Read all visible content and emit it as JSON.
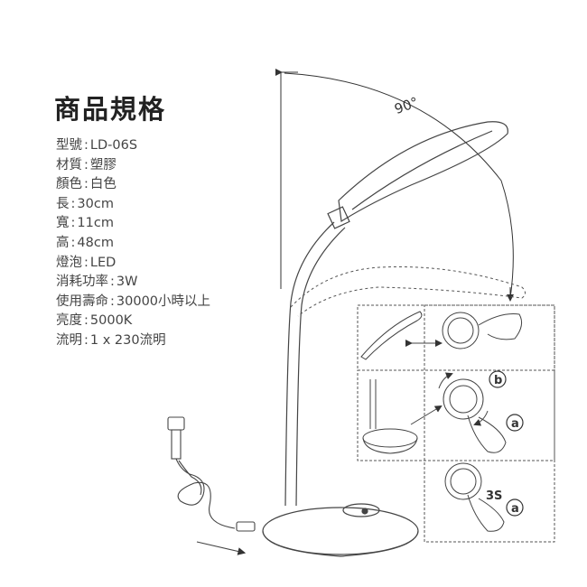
{
  "title": "商品規格",
  "specs": [
    {
      "label": "型號",
      "value": "LD-06S"
    },
    {
      "label": "材質",
      "value": "塑膠"
    },
    {
      "label": "顏色",
      "value": "白色"
    },
    {
      "label": "長",
      "value": "30cm"
    },
    {
      "label": "寬",
      "value": "11cm"
    },
    {
      "label": "高",
      "value": "48cm"
    },
    {
      "label": "燈泡",
      "value": "LED"
    },
    {
      "label": "消耗功率",
      "value": "3W"
    },
    {
      "label": "使用壽命",
      "value": "30000小時以上"
    },
    {
      "label": "亮度",
      "value": "5000K"
    },
    {
      "label": "流明",
      "value": "1 x 230流明"
    }
  ],
  "diagram": {
    "angle_label": "90°",
    "step_b": "b",
    "step_a": "a",
    "hold_label": "3S"
  }
}
